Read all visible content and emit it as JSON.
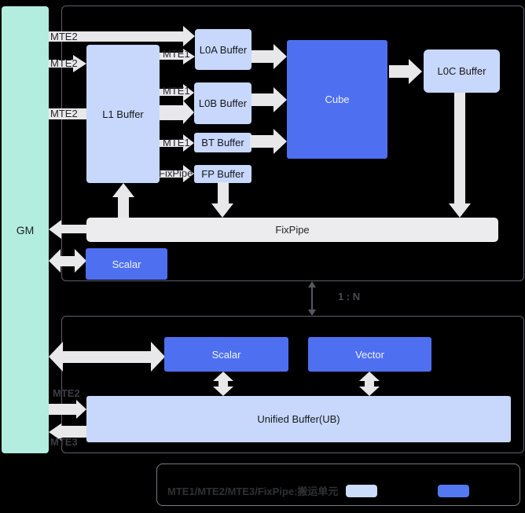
{
  "blocks": {
    "gm": "GM",
    "l1": "L1 Buffer",
    "l0a": "L0A Buffer",
    "l0b": "L0B Buffer",
    "bt": "BT Buffer",
    "fp": "FP Buffer",
    "cube": "Cube",
    "l0c": "L0C Buffer",
    "fixpipe_bar": "FixPipe",
    "scalar_top": "Scalar",
    "scalar_bottom": "Scalar",
    "vector": "Vector",
    "ub": "Unified Buffer(UB)"
  },
  "arrow_labels": {
    "mte2_gm_l0a": "MTE2",
    "mte2_gm_l1_upper": "MTE2",
    "mte2_gm_l1_lower": "MTE2",
    "mte1_l1_l0a": "MTE1",
    "mte1_l1_l0b": "MTE1",
    "mte1_l1_bt": "MTE1",
    "fixpipe_l1_fp": "FixPipe",
    "mte2_gm_ub": "MTE2",
    "mte3_ub_gm": "MTE3"
  },
  "ratio": {
    "label": "1 : N"
  },
  "legend": {
    "caption": "MTE1/MTE2/MTE3/FixPipe:搬运单元",
    "swatch_light": "#ccdcfb",
    "swatch_blue": "#5478f0"
  },
  "colors": {
    "background": "#000000",
    "gm_teal": "#b2ede0",
    "buffer_light_blue": "#c7d8fc",
    "compute_blue": "#4e70f0",
    "arrow_gray": "#e8e8ea",
    "fixpipe_bar_gray": "#ececee",
    "section_border": "#5d5e66",
    "label_dark": "#26262b",
    "label_dim": "#3c3d43"
  }
}
